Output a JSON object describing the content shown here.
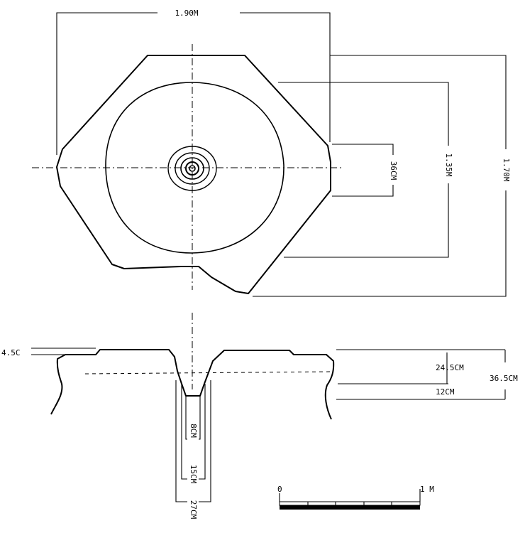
{
  "plan_view": {
    "width_label": "1.90M",
    "height_outer_label": "1.70M",
    "height_inner_label": "1.35M",
    "hole_label": "36CM"
  },
  "section_view": {
    "lip_label": "4.5C",
    "depth_upper_label": "24.5CM",
    "depth_lower_label": "12CM",
    "depth_total_label": "36.5CM",
    "hole_inner_label": "8CM",
    "hole_mid_label": "15CM",
    "hole_outer_label": "27CM"
  },
  "scale_bar": {
    "start_label": "0",
    "end_label": "1 M"
  }
}
